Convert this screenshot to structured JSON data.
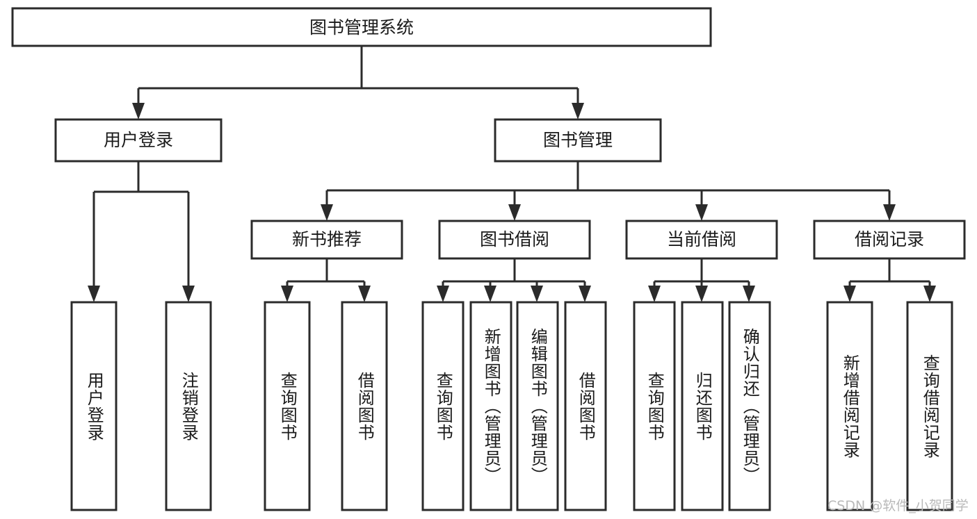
{
  "diagram": {
    "title": "图书管理系统",
    "type": "tree-hierarchy-diagram",
    "colors": {
      "stroke": "#2b2b2b",
      "fill": "#ffffff",
      "text": "#1a1a1a",
      "watermark": "#b9b9b9",
      "background": "#ffffff"
    },
    "root": {
      "label": "图书管理系统"
    },
    "level2": [
      {
        "label": "用户登录"
      },
      {
        "label": "图书管理"
      }
    ],
    "level3": [
      {
        "label": "新书推荐"
      },
      {
        "label": "图书借阅"
      },
      {
        "label": "当前借阅"
      },
      {
        "label": "借阅记录"
      }
    ],
    "leaves": {
      "user_login": [
        {
          "label": "用户登录"
        },
        {
          "label": "注销登录"
        }
      ],
      "new_book_recommend": [
        {
          "label": "查询图书"
        },
        {
          "label": "借阅图书"
        }
      ],
      "book_borrow": [
        {
          "label": "查询图书"
        },
        {
          "label": "新增图书（管理员）"
        },
        {
          "label": "编辑图书（管理员）"
        },
        {
          "label": "借阅图书"
        }
      ],
      "current_borrow": [
        {
          "label": "查询图书"
        },
        {
          "label": "归还图书"
        },
        {
          "label": "确认归还（管理员）"
        }
      ],
      "borrow_record": [
        {
          "label": "新增借阅记录"
        },
        {
          "label": "查询借阅记录"
        }
      ]
    }
  },
  "watermark": {
    "text": "CSDN @软件_小贺同学"
  }
}
